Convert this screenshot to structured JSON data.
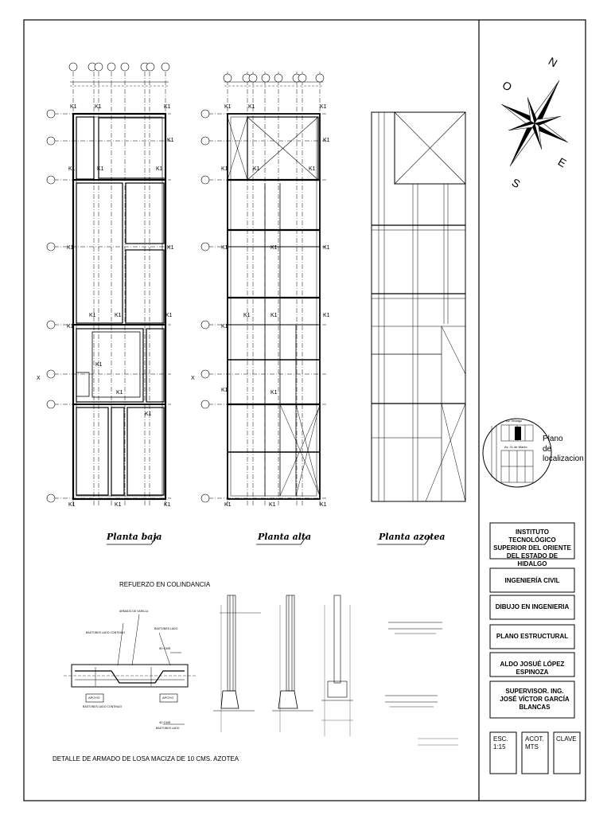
{
  "plans": [
    {
      "name": "Planta baja"
    },
    {
      "name": "Planta alta"
    },
    {
      "name": "Planta azotea"
    }
  ],
  "axis_marker": "X",
  "column_tag": "K1",
  "compass": {
    "n": "N",
    "o": "O",
    "s": "S",
    "e": "E"
  },
  "location_plan": {
    "label_line1": "Plano",
    "label_line2": "de",
    "label_line3": "localizacion",
    "street1": "Av. Hidalgo",
    "street2": "Av. 21 de Marzo"
  },
  "detail": {
    "title": "REFUERZO EN COLINDANCIA",
    "caption": "DETALLE DE ARMADO DE LOSA MACIZA DE 10 CMS. AZOTEA",
    "annot_armado": "ARMADO DE VARILLA",
    "annot_bastones1": "BASTONES LADO CONTINUO",
    "annot_bastones2": "BASTONES LADO",
    "annot_50": "50 CMS",
    "annot_40": "40 CMS",
    "annot_apoyo": "APOYO",
    "annot_bast_bottom1": "BASTONES LADO CONTINUO",
    "annot_bast_bottom2": "BASTONES LADO"
  },
  "title_block": {
    "institution": "INSTITUTO TECNOLÓGICO SUPERIOR DEL ORIENTE DEL ESTADO DE HIDALGO",
    "career": "INGENIERÍA CIVIL",
    "subject": "DIBUJO EN INGENIERIA",
    "drawing": "PLANO ESTRUCTURAL",
    "author": "ALDO JOSUÉ LÓPEZ ESPINOZA",
    "supervisor": "SUPERVISOR. ING. JOSÉ VÍCTOR GARCÍA BLANCAS",
    "scale_label": "ESC.",
    "scale_value": "1:15",
    "units_label": "ACOT.",
    "units_value": "MTS",
    "key_label": "CLAVE"
  }
}
